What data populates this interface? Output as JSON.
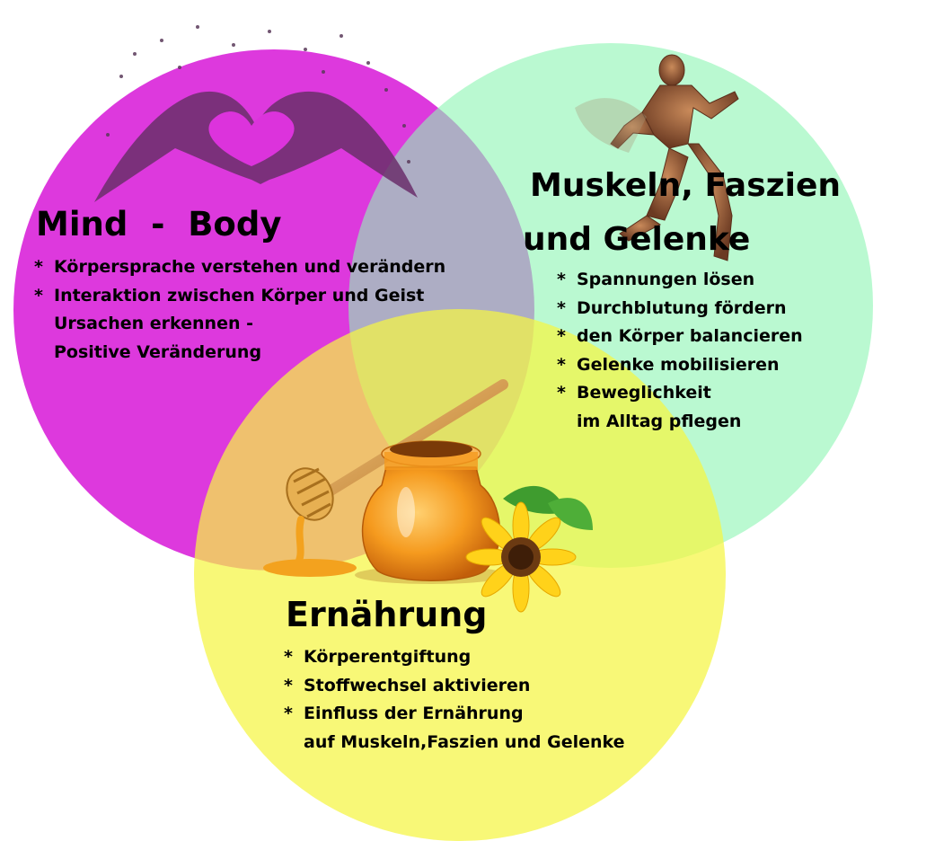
{
  "colors": {
    "mind_body": "#dc33dc",
    "muscles": "#8ff5b4",
    "nutrition": "#f7f56e"
  },
  "mind_body": {
    "title": "Mind  -  Body",
    "items": [
      {
        "bullet": "*",
        "text": "Körpersprache verstehen und verändern"
      },
      {
        "bullet": "*",
        "text": "Interaktion zwischen Körper und Geist"
      },
      {
        "bullet": "",
        "text": "Ursachen erkennen -"
      },
      {
        "bullet": "",
        "text": "Positive Veränderung"
      }
    ]
  },
  "muscles": {
    "title_line1": "Muskeln, Faszien",
    "title_line2": "und Gelenke",
    "items": [
      {
        "bullet": "*",
        "text": "Spannungen lösen"
      },
      {
        "bullet": "*",
        "text": "Durchblutung fördern"
      },
      {
        "bullet": "*",
        "text": "den Körper balancieren"
      },
      {
        "bullet": "*",
        "text": "Gelenke mobilisieren"
      },
      {
        "bullet": "*",
        "text": "Beweglichkeit"
      },
      {
        "bullet": "",
        "text": "im Alltag pflegen"
      }
    ]
  },
  "nutrition": {
    "title": "Ernährung",
    "items": [
      {
        "bullet": "*",
        "text": "Körperentgiftung"
      },
      {
        "bullet": "*",
        "text": "Stoffwechsel aktivieren"
      },
      {
        "bullet": "*",
        "text": "Einfluss der Ernährung"
      },
      {
        "bullet": "",
        "text": "auf Muskeln,Faszien und Gelenke"
      }
    ]
  },
  "images": {
    "heart_hands": "heart-hands-crowd-image",
    "runner": "anatomical-runner-image",
    "honey": "honey-jar-dipper-image",
    "sunflower": "sunflower-image"
  }
}
